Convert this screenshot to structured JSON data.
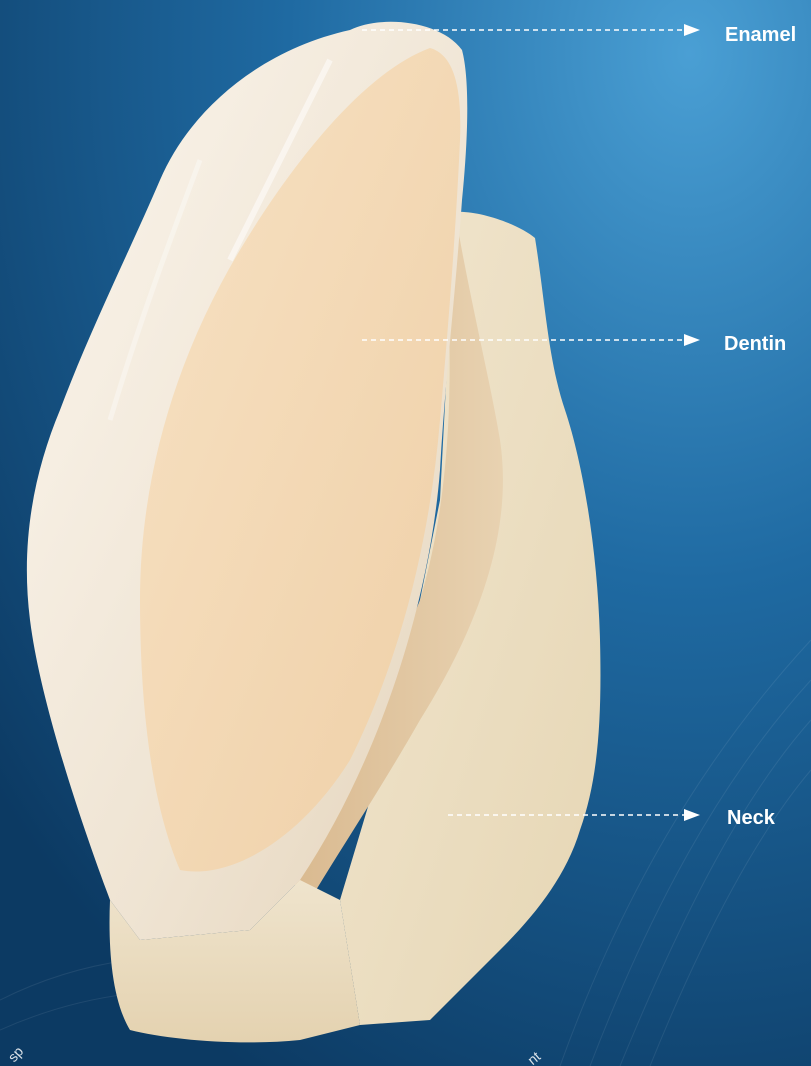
{
  "labels": {
    "enamel": "Enamel",
    "dentin": "Dentin",
    "neck": "Neck"
  },
  "corner_text": {
    "left": "sp",
    "right": "nt"
  },
  "colors": {
    "background_light": "#3a8ec4",
    "background_dark": "#0d3c66",
    "arrow": "#ffffff",
    "label": "#ffffff",
    "enamel": "#f3eadb",
    "dentin": "#f4dcbc",
    "neck": "#eee2c8"
  }
}
